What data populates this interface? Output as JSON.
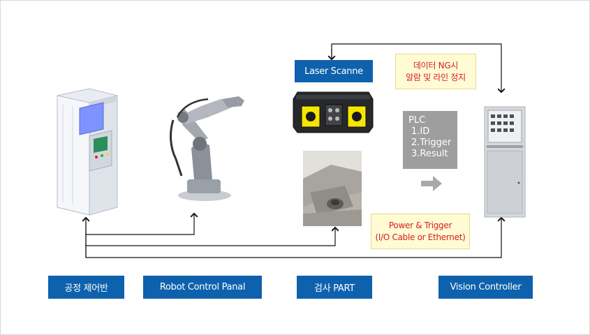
{
  "labels": {
    "process_panel": "공정 제어반",
    "robot_panel": "Robot Control Panal",
    "inspect_part": "검사 PART",
    "vision_controller": "Vision Controller",
    "laser_scanner": "Laser Scanne"
  },
  "notes": {
    "ng_line1": "데이터 NG시",
    "ng_line2": "알람 및 라인 정지",
    "power_line1": "Power & Trigger",
    "power_line2": "(I/O Cable or Ethernet)"
  },
  "plc": {
    "title": "PLC",
    "items": [
      "1.ID",
      "2.Trigger",
      "3.Result"
    ]
  },
  "colors": {
    "label_blue": "#0e61ad",
    "note_bg": "#fffbd4",
    "note_text": "#d42020",
    "plc_bg": "#9e9e9e",
    "scanner_accent": "#f5e600"
  }
}
